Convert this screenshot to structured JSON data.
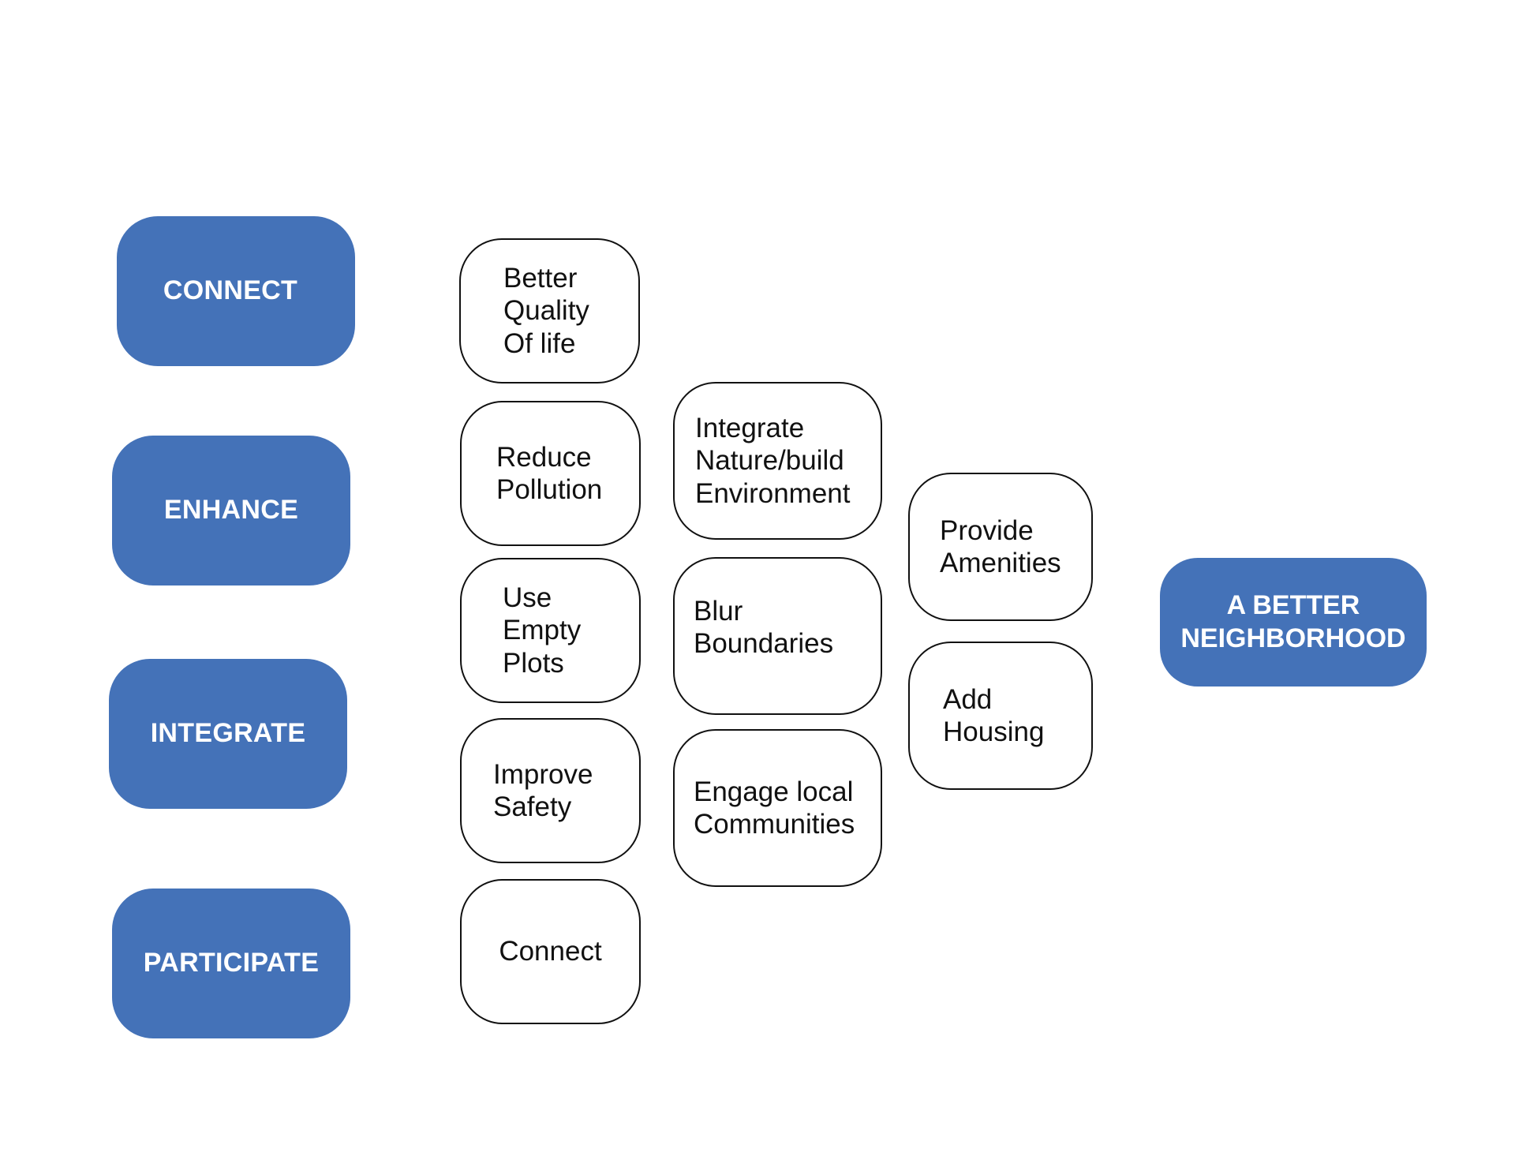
{
  "pillars": [
    {
      "label": "CONNECT"
    },
    {
      "label": "ENHANCE"
    },
    {
      "label": "INTEGRATE"
    },
    {
      "label": "PARTICIPATE"
    }
  ],
  "actions": {
    "column1": [
      {
        "label": "Better\nQuality\nOf life"
      },
      {
        "label": "Reduce\nPollution"
      },
      {
        "label": "Use\nEmpty\nPlots"
      },
      {
        "label": "Improve\nSafety"
      },
      {
        "label": "Connect"
      }
    ],
    "column2": [
      {
        "label": "Integrate\nNature/build\nEnvironment"
      },
      {
        "label": "Blur\nBoundaries"
      },
      {
        "label": "Engage local\nCommunities"
      }
    ],
    "column3": [
      {
        "label": "Provide\nAmenities"
      },
      {
        "label": "Add\nHousing"
      }
    ]
  },
  "goal": {
    "label": "A BETTER\nNEIGHBORHOOD"
  },
  "colors": {
    "pillar_fill": "#4472b8",
    "pillar_text": "#ffffff",
    "action_border": "#111111",
    "action_text": "#111111",
    "background": "#ffffff"
  }
}
